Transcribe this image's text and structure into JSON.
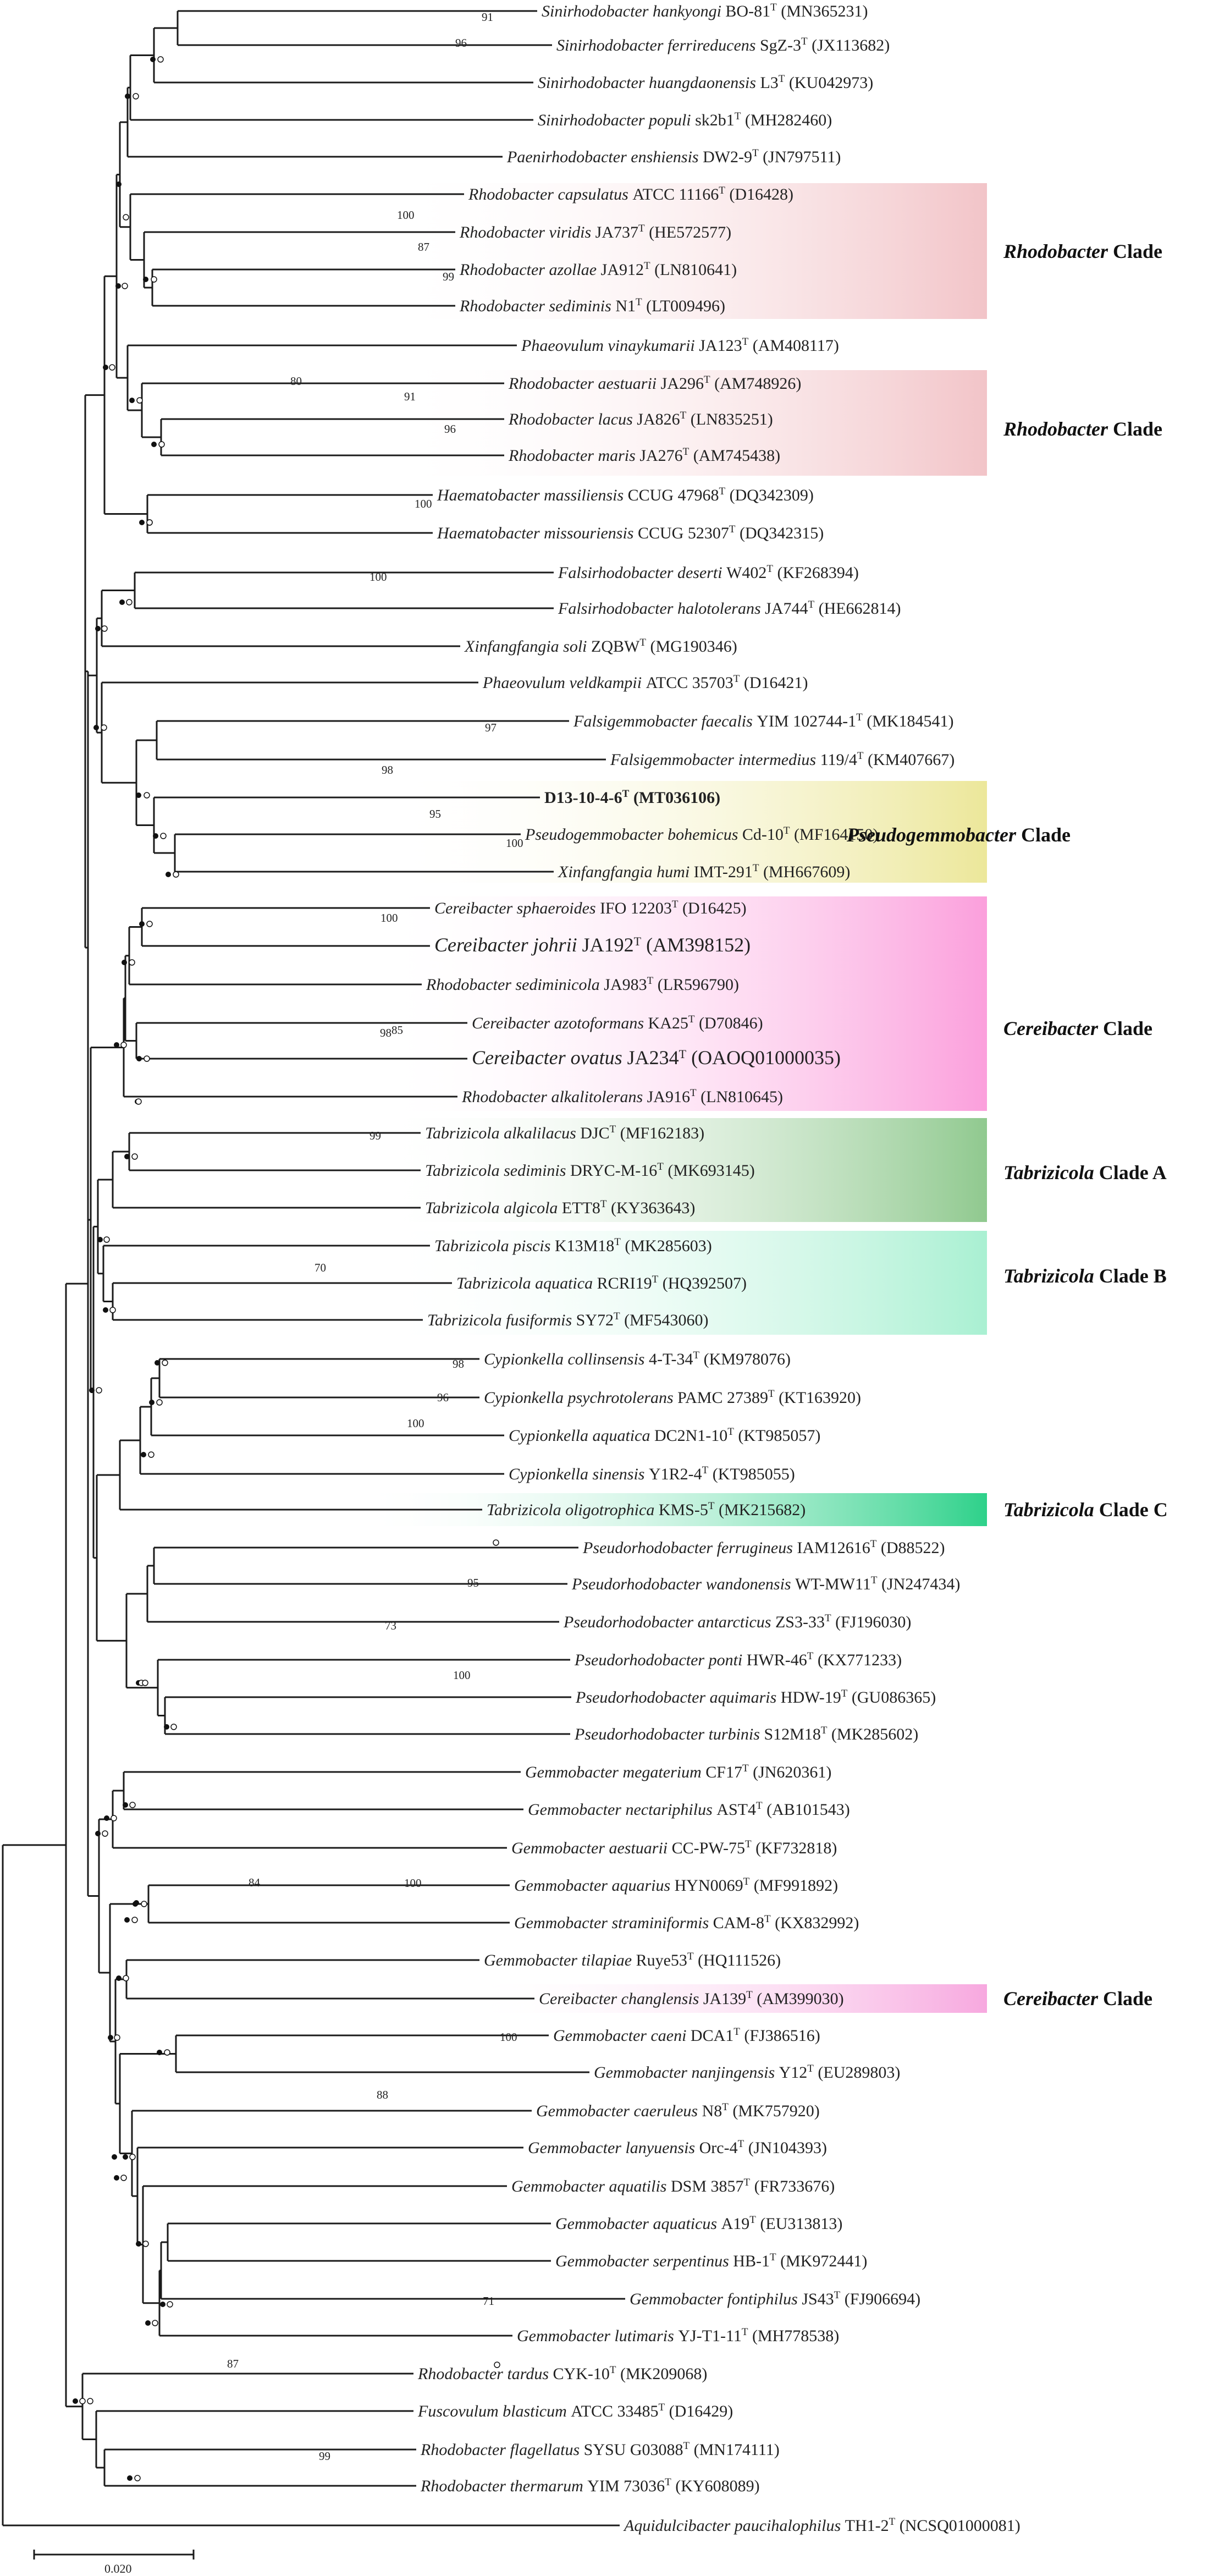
{
  "taxa": [
    {
      "id": "t1",
      "genus": "Sinirhodobacter",
      "species": "hankyongi",
      "strain": "BO-81",
      "type": true,
      "acc": "(MN365231)"
    },
    {
      "id": "t2",
      "genus": "Sinirhodobacter",
      "species": "ferrireducens",
      "strain": "SgZ-3",
      "type": true,
      "acc": "(JX113682)"
    },
    {
      "id": "t3",
      "genus": "Sinirhodobacter",
      "species": "huangdaonensis",
      "strain": "L3",
      "type": true,
      "acc": "(KU042973)"
    },
    {
      "id": "t4",
      "genus": "Sinirhodobacter",
      "species": "populi",
      "strain": "sk2b1",
      "type": true,
      "acc": "(MH282460)"
    },
    {
      "id": "t5",
      "genus": "Paenirhodobacter",
      "species": "enshiensis",
      "strain": "DW2-9",
      "type": true,
      "acc": "(JN797511)"
    },
    {
      "id": "t6",
      "genus": "Rhodobacter",
      "species": "capsulatus",
      "strain": "ATCC 11166",
      "type": true,
      "acc": "(D16428)"
    },
    {
      "id": "t7",
      "genus": "Rhodobacter",
      "species": "viridis",
      "strain": "JA737",
      "type": true,
      "acc": "(HE572577)"
    },
    {
      "id": "t8",
      "genus": "Rhodobacter",
      "species": "azollae",
      "strain": "JA912",
      "type": true,
      "acc": "(LN810641)"
    },
    {
      "id": "t9",
      "genus": "Rhodobacter",
      "species": "sediminis",
      "strain": "N1",
      "type": true,
      "acc": "(LT009496)"
    },
    {
      "id": "t10",
      "genus": "Phaeovulum",
      "species": "vinaykumarii",
      "strain": "JA123",
      "type": true,
      "acc": "(AM408117)"
    },
    {
      "id": "t11",
      "genus": "Rhodobacter",
      "species": "aestuarii",
      "strain": "JA296",
      "type": true,
      "acc": "(AM748926)"
    },
    {
      "id": "t12",
      "genus": "Rhodobacter",
      "species": "lacus",
      "strain": "JA826",
      "type": true,
      "acc": "(LN835251)"
    },
    {
      "id": "t13",
      "genus": "Rhodobacter",
      "species": "maris",
      "strain": "JA276",
      "type": true,
      "acc": "(AM745438)"
    },
    {
      "id": "t14",
      "genus": "Haematobacter",
      "species": "massiliensis",
      "strain": "CCUG 47968",
      "type": true,
      "acc": "(DQ342309)"
    },
    {
      "id": "t15",
      "genus": "Haematobacter",
      "species": "missouriensis",
      "strain": "CCUG 52307",
      "type": true,
      "acc": "(DQ342315)"
    },
    {
      "id": "t16",
      "genus": "Falsirhodobacter",
      "species": "deserti",
      "strain": "W402",
      "type": true,
      "acc": "(KF268394)"
    },
    {
      "id": "t17",
      "genus": "Falsirhodobacter",
      "species": "halotolerans",
      "strain": "JA744",
      "type": true,
      "acc": "(HE662814)"
    },
    {
      "id": "t18",
      "genus": "Xinfangfangia",
      "species": "soli",
      "strain": "ZQBW",
      "type": true,
      "acc": "(MG190346)"
    },
    {
      "id": "t19",
      "genus": "Phaeovulum",
      "species": "veldkampii",
      "strain": "ATCC 35703",
      "type": true,
      "acc": "(D16421)"
    },
    {
      "id": "t20",
      "genus": "Falsigemmobacter",
      "species": "faecalis",
      "strain": "YIM 102744-1",
      "type": true,
      "acc": "(MK184541)"
    },
    {
      "id": "t21",
      "genus": "Falsigemmobacter",
      "species": "intermedius",
      "strain": "119/4",
      "type": true,
      "acc": "(KM407667)"
    },
    {
      "id": "t22",
      "genus": "",
      "species": "",
      "strain": "D13-10-4-6",
      "type": true,
      "acc": "(MT036106)",
      "bold": true
    },
    {
      "id": "t23",
      "genus": "Pseudogemmobacter",
      "species": "bohemicus",
      "strain": "Cd-10",
      "type": true,
      "acc": "(MF164150)"
    },
    {
      "id": "t24",
      "genus": "Xinfangfangia",
      "species": "humi",
      "strain": "IMT-291",
      "type": true,
      "acc": "(MH667609)"
    },
    {
      "id": "t25",
      "genus": "Cereibacter",
      "species": "sphaeroides",
      "strain": "IFO 12203",
      "type": true,
      "acc": "(D16425)"
    },
    {
      "id": "t26",
      "genus": "Cereibacter",
      "species": "johrii",
      "strain": "JA192",
      "type": true,
      "acc": "(AM398152)",
      "big": true
    },
    {
      "id": "t27",
      "genus": "Rhodobacter",
      "species": "sediminicola",
      "strain": "JA983",
      "type": true,
      "acc": "(LR596790)"
    },
    {
      "id": "t28",
      "genus": "Cereibacter",
      "species": "azotoformans",
      "strain": "KA25",
      "type": true,
      "acc": "(D70846)"
    },
    {
      "id": "t29",
      "genus": "Cereibacter",
      "species": "ovatus",
      "strain": "JA234",
      "type": true,
      "acc": "(OAOQ01000035)",
      "big": true
    },
    {
      "id": "t30",
      "genus": "Rhodobacter",
      "species": "alkalitolerans",
      "strain": "JA916",
      "type": true,
      "acc": "(LN810645)"
    },
    {
      "id": "t31",
      "genus": "Tabrizicola",
      "species": "alkalilacus",
      "strain": "DJC",
      "type": true,
      "acc": "(MF162183)"
    },
    {
      "id": "t32",
      "genus": "Tabrizicola",
      "species": "sediminis",
      "strain": "DRYC-M-16",
      "type": true,
      "acc": "(MK693145)"
    },
    {
      "id": "t33",
      "genus": "Tabrizicola",
      "species": "algicola",
      "strain": "ETT8",
      "type": true,
      "acc": "(KY363643)"
    },
    {
      "id": "t34",
      "genus": "Tabrizicola",
      "species": "piscis",
      "strain": "K13M18",
      "type": true,
      "acc": "(MK285603)"
    },
    {
      "id": "t35",
      "genus": "Tabrizicola",
      "species": "aquatica",
      "strain": "RCRI19",
      "type": true,
      "acc": "(HQ392507)"
    },
    {
      "id": "t36",
      "genus": "Tabrizicola",
      "species": "fusiformis",
      "strain": "SY72",
      "type": true,
      "acc": "(MF543060)"
    },
    {
      "id": "t37",
      "genus": "Cypionkella",
      "species": "collinsensis",
      "strain": "4-T-34",
      "type": true,
      "acc": "(KM978076)"
    },
    {
      "id": "t38",
      "genus": "Cypionkella",
      "species": "psychrotolerans",
      "strain": "PAMC 27389",
      "type": true,
      "acc": "(KT163920)"
    },
    {
      "id": "t39",
      "genus": "Cypionkella",
      "species": "aquatica",
      "strain": "DC2N1-10",
      "type": true,
      "acc": "(KT985057)"
    },
    {
      "id": "t40",
      "genus": "Cypionkella",
      "species": "sinensis",
      "strain": "Y1R2-4",
      "type": true,
      "acc": "(KT985055)"
    },
    {
      "id": "t41",
      "genus": "Tabrizicola",
      "species": "oligotrophica",
      "strain": "KMS-5",
      "type": true,
      "acc": "(MK215682)"
    },
    {
      "id": "t42",
      "genus": "Pseudorhodobacter",
      "species": "ferrugineus",
      "strain": "IAM12616",
      "type": true,
      "acc": "(D88522)"
    },
    {
      "id": "t43",
      "genus": "Pseudorhodobacter",
      "species": "wandonensis",
      "strain": "WT-MW11",
      "type": true,
      "acc": "(JN247434)"
    },
    {
      "id": "t44",
      "genus": "Pseudorhodobacter",
      "species": "antarcticus",
      "strain": "ZS3-33",
      "type": true,
      "acc": "(FJ196030)"
    },
    {
      "id": "t45",
      "genus": "Pseudorhodobacter",
      "species": "ponti",
      "strain": "HWR-46",
      "type": true,
      "acc": "(KX771233)"
    },
    {
      "id": "t46",
      "genus": "Pseudorhodobacter",
      "species": "aquimaris",
      "strain": "HDW-19",
      "type": true,
      "acc": "(GU086365)"
    },
    {
      "id": "t47",
      "genus": "Pseudorhodobacter",
      "species": "turbinis",
      "strain": "S12M18",
      "type": true,
      "acc": "(MK285602)"
    },
    {
      "id": "t48",
      "genus": "Gemmobacter",
      "species": "megaterium",
      "strain": "CF17",
      "type": true,
      "acc": "(JN620361)"
    },
    {
      "id": "t49",
      "genus": "Gemmobacter",
      "species": "nectariphilus",
      "strain": "AST4",
      "type": true,
      "acc": "(AB101543)"
    },
    {
      "id": "t50",
      "genus": "Gemmobacter",
      "species": "aestuarii",
      "strain": "CC-PW-75",
      "type": true,
      "acc": "(KF732818)"
    },
    {
      "id": "t51",
      "genus": "Gemmobacter",
      "species": "aquarius",
      "strain": "HYN0069",
      "type": true,
      "acc": "(MF991892)"
    },
    {
      "id": "t52",
      "genus": "Gemmobacter",
      "species": "straminiformis",
      "strain": "CAM-8",
      "type": true,
      "acc": "(KX832992)"
    },
    {
      "id": "t53",
      "genus": "Gemmobacter",
      "species": "tilapiae",
      "strain": "Ruye53",
      "type": true,
      "acc": "(HQ111526)"
    },
    {
      "id": "t54",
      "genus": "Cereibacter",
      "species": "changlensis",
      "strain": "JA139",
      "type": true,
      "acc": "(AM399030)"
    },
    {
      "id": "t55",
      "genus": "Gemmobacter",
      "species": "caeni",
      "strain": "DCA1",
      "type": true,
      "acc": "(FJ386516)"
    },
    {
      "id": "t56",
      "genus": "Gemmobacter",
      "species": "nanjingensis",
      "strain": "Y12",
      "type": true,
      "acc": "(EU289803)"
    },
    {
      "id": "t57",
      "genus": "Gemmobacter",
      "species": "caeruleus",
      "strain": "N8",
      "type": true,
      "acc": "(MK757920)"
    },
    {
      "id": "t58",
      "genus": "Gemmobacter",
      "species": "lanyuensis",
      "strain": "Orc-4",
      "type": true,
      "acc": "(JN104393)"
    },
    {
      "id": "t59",
      "genus": "Gemmobacter",
      "species": "aquatilis",
      "strain": "DSM 3857",
      "type": true,
      "acc": "(FR733676)"
    },
    {
      "id": "t60",
      "genus": "Gemmobacter",
      "species": "aquaticus",
      "strain": "A19",
      "type": true,
      "acc": "(EU313813)"
    },
    {
      "id": "t61",
      "genus": "Gemmobacter",
      "species": "serpentinus",
      "strain": "HB-1",
      "type": true,
      "acc": "(MK972441)"
    },
    {
      "id": "t62",
      "genus": "Gemmobacter",
      "species": "fontiphilus",
      "strain": "JS43",
      "type": true,
      "acc": "(FJ906694)"
    },
    {
      "id": "t63",
      "genus": "Gemmobacter",
      "species": "lutimaris",
      "strain": "YJ-T1-11",
      "type": true,
      "acc": "(MH778538)"
    },
    {
      "id": "t64",
      "genus": "Rhodobacter",
      "species": "tardus",
      "strain": "CYK-10",
      "type": true,
      "acc": "(MK209068)"
    },
    {
      "id": "t65",
      "genus": "Fuscovulum",
      "species": "blasticum",
      "strain": "ATCC 33485",
      "type": true,
      "acc": "(D16429)"
    },
    {
      "id": "t66",
      "genus": "Rhodobacter",
      "species": "flagellatus",
      "strain": "SYSU G03088",
      "type": true,
      "acc": "(MN174111)"
    },
    {
      "id": "t67",
      "genus": "Rhodobacter",
      "species": "thermarum",
      "strain": "YIM 73036",
      "type": true,
      "acc": "(KY608089)"
    },
    {
      "id": "t68",
      "genus": "Aquidulcibacter",
      "species": "paucihalophilus",
      "strain": "TH1-2",
      "type": true,
      "acc": "(NCSQ01000081)"
    }
  ],
  "type_mark": "T",
  "clades": [
    {
      "id": "c1",
      "genus": "Rhodobacter",
      "suffix": " Clade",
      "color": "#f2c4c8"
    },
    {
      "id": "c2",
      "genus": "Rhodobacter",
      "suffix": " Clade",
      "color": "#f2c4c8"
    },
    {
      "id": "c3",
      "genus": "Pseudogemmobacter",
      "suffix": " Clade",
      "color": "#ece79a"
    },
    {
      "id": "c4",
      "genus": "Cereibacter",
      "suffix": " Clade",
      "color": "#fb9fdc"
    },
    {
      "id": "c5",
      "genus": "Tabrizicola",
      "suffix": " Clade A",
      "color": "#90c98f"
    },
    {
      "id": "c6",
      "genus": "Tabrizicola",
      "suffix": " Clade B",
      "color": "#a9f0d2"
    },
    {
      "id": "c7",
      "genus": "Tabrizicola",
      "suffix": " Clade C",
      "color": "#2ed18a"
    },
    {
      "id": "c8",
      "genus": "Cereibacter",
      "suffix": " Clade",
      "color": "#f7a8df"
    }
  ],
  "bootstrap_values": [
    "91",
    "96",
    "100",
    "87",
    "99",
    "80",
    "91",
    "96",
    "100",
    "100",
    "97",
    "98",
    "95",
    "100",
    "100",
    "98",
    "85",
    "99",
    "70",
    "98",
    "96",
    "100",
    "95",
    "73",
    "100",
    "84",
    "100",
    "100",
    "88",
    "71",
    "87",
    "99"
  ],
  "scale_bar": {
    "label": "0.020"
  },
  "legend_symbols": {
    "filled": "filled-circle",
    "open": "open-circle"
  }
}
